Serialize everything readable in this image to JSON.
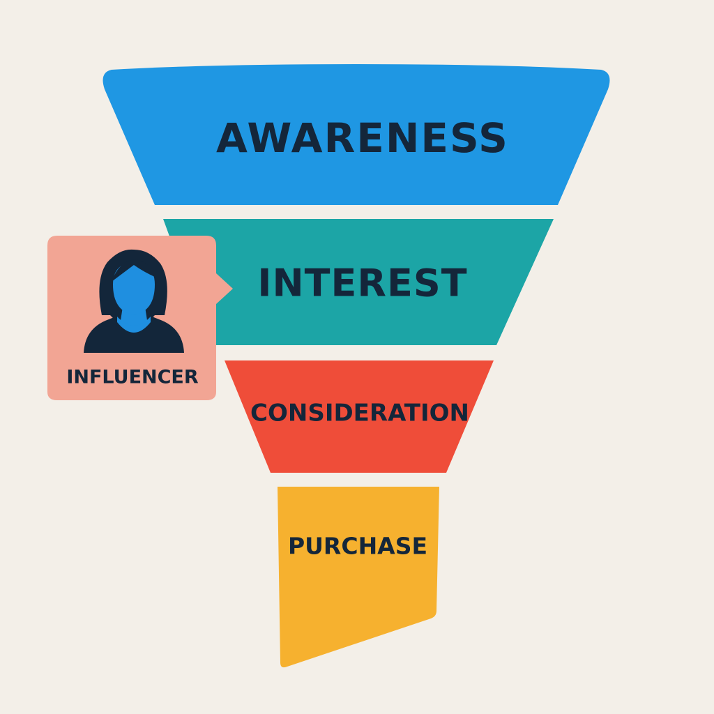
{
  "funnel": {
    "stages": [
      {
        "id": "awareness",
        "label": "AWARENESS",
        "color": "#1f97e3"
      },
      {
        "id": "interest",
        "label": "INTEREST",
        "color": "#1ca5a6"
      },
      {
        "id": "consideration",
        "label": "CONSIDERATION",
        "color": "#ef4d39"
      },
      {
        "id": "purchase",
        "label": "PURCHASE",
        "color": "#f6b12f"
      }
    ]
  },
  "influencer": {
    "label": "INFLUENCER",
    "icon": "person-icon",
    "card_color": "#f2a594",
    "icon_color": "#1f8fe0",
    "outline_color": "#13263a"
  },
  "background_color": "#f3efe8"
}
